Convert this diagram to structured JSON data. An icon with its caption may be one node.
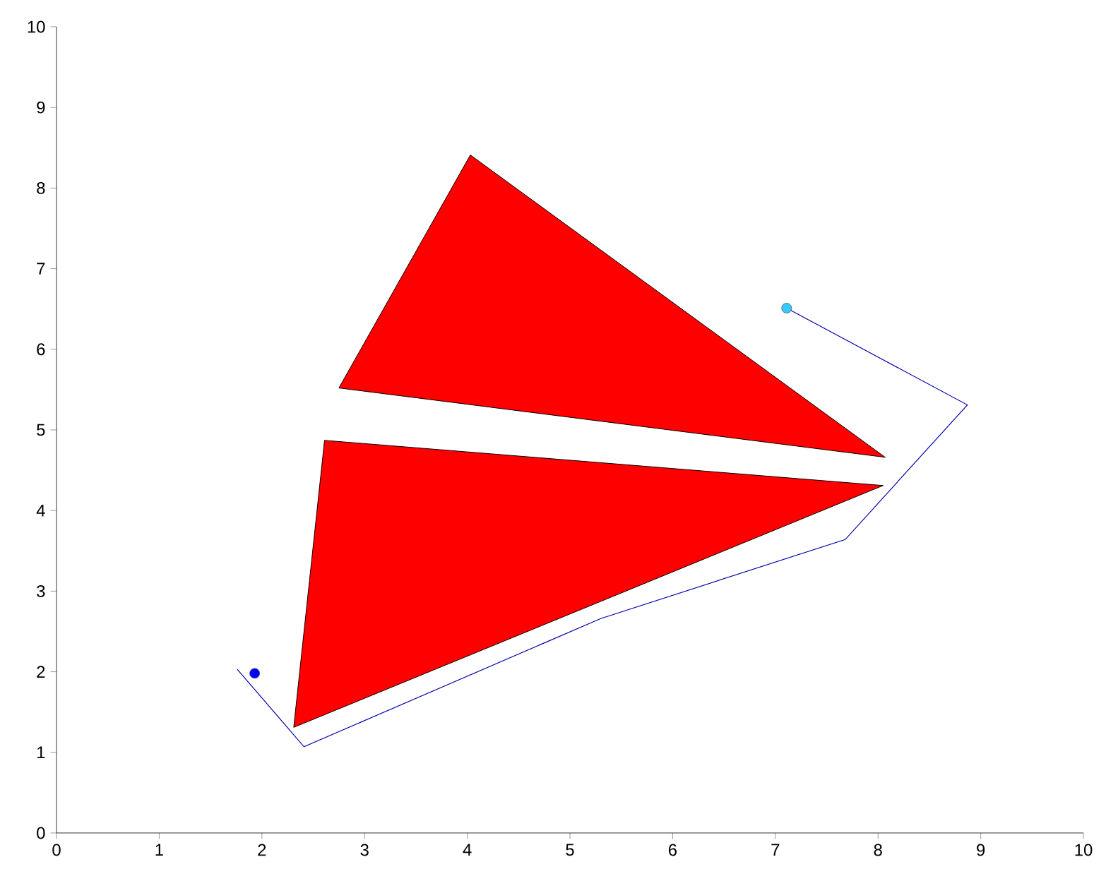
{
  "diagram": {
    "chart_data": {
      "type": "line",
      "xlim": [
        0,
        10
      ],
      "ylim": [
        0,
        10
      ],
      "xticks": [
        0,
        1,
        2,
        3,
        4,
        5,
        6,
        7,
        8,
        9,
        10
      ],
      "yticks": [
        0,
        1,
        2,
        3,
        4,
        5,
        6,
        7,
        8,
        9,
        10
      ],
      "series": [
        {
          "type": "area",
          "color": "#ff0000",
          "x": [
            4.03,
            2.75,
            8.07
          ],
          "values": [
            8.41,
            5.52,
            4.66
          ]
        },
        {
          "type": "area",
          "color": "#ff0000",
          "x": [
            2.61,
            8.05,
            2.31
          ],
          "values": [
            4.87,
            4.31,
            1.31
          ]
        },
        {
          "color": "#0000aa",
          "x": [
            1.76,
            2.41,
            5.3,
            7.68,
            8.87,
            7.11
          ],
          "values": [
            2.03,
            1.07,
            2.66,
            3.64,
            5.31,
            6.51
          ]
        },
        {
          "type": "scatter",
          "color": "#0000ff",
          "x": [
            1.93
          ],
          "values": [
            1.98
          ]
        },
        {
          "type": "scatter",
          "color": "#33ccff",
          "x": [
            7.11
          ],
          "values": [
            6.51
          ]
        }
      ]
    }
  }
}
